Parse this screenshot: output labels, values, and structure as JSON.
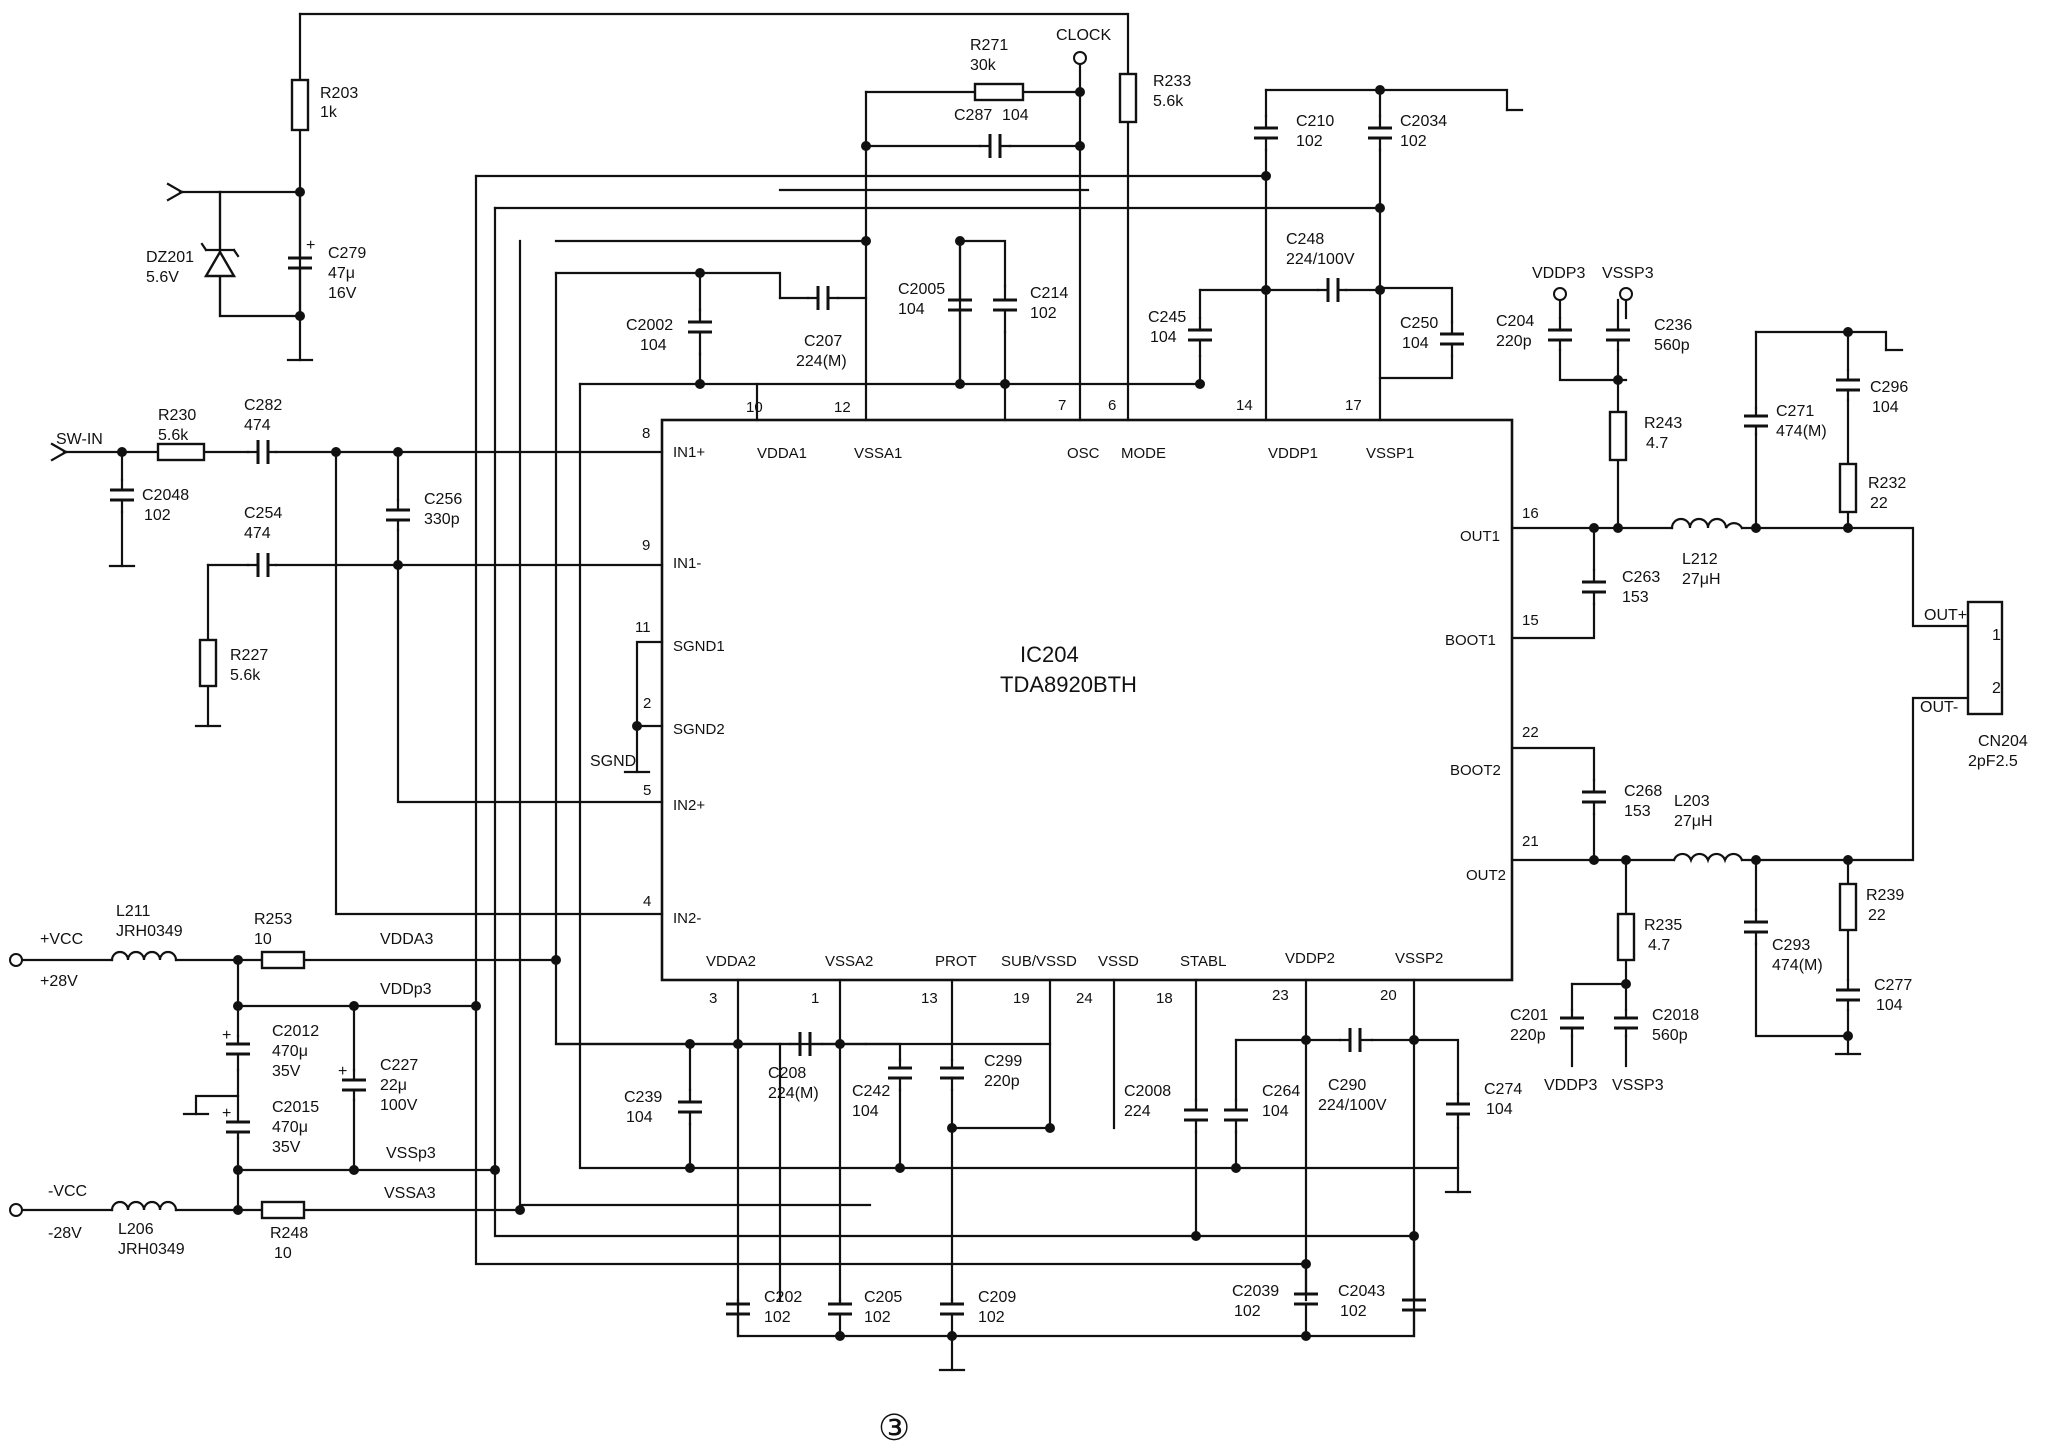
{
  "ic": {
    "ref": "IC204",
    "part": "TDA8920BTH",
    "pins": {
      "in1p": "IN1+",
      "in1m": "IN1-",
      "sgnd1": "SGND1",
      "sgnd2": "SGND2",
      "in2p": "IN2+",
      "in2m": "IN2-",
      "vdda1": "VDDA1",
      "vssa1": "VSSA1",
      "osc": "OSC",
      "mode": "MODE",
      "vddp1": "VDDP1",
      "vssp1": "VSSP1",
      "out1": "OUT1",
      "boot1": "BOOT1",
      "boot2": "BOOT2",
      "out2": "OUT2",
      "vdda2": "VDDA2",
      "vssa2": "VSSA2",
      "prot": "PROT",
      "subvssd": "SUB/VSSD",
      "vssd": "VSSD",
      "stabl": "STABL",
      "vddp2": "VDDP2",
      "vssp2": "VSSP2"
    },
    "pin_numbers": {
      "p8": "8",
      "p9": "9",
      "p11": "11",
      "p2": "2",
      "p5": "5",
      "p4": "4",
      "p10": "10",
      "p12": "12",
      "p7": "7",
      "p6": "6",
      "p14": "14",
      "p17": "17",
      "p16": "16",
      "p15": "15",
      "p22": "22",
      "p21": "21",
      "p3": "3",
      "p1": "1",
      "p13": "13",
      "p19": "19",
      "p24": "24",
      "p18": "18",
      "p23": "23",
      "p20": "20"
    }
  },
  "labels": {
    "r203": "R203",
    "r203v": "1k",
    "dz201": "DZ201",
    "dz201v": "5.6V",
    "c279": "C279",
    "c279v": "47μ",
    "c279v2": "16V",
    "r271": "R271",
    "r271v": "30k",
    "clock": "CLOCK",
    "r233": "R233",
    "r233v": "5.6k",
    "c287": "C287",
    "c287v": "104",
    "c210": "C210",
    "c210v": "102",
    "c2034": "C2034",
    "c2034v": "102",
    "c248": "C248",
    "c248v": "224/100V",
    "c245": "C245",
    "c245v": "104",
    "c250": "C250",
    "c250v": "104",
    "c2002": "C2002",
    "c2002v": "104",
    "c207": "C207",
    "c207v": "224(M)",
    "c2005": "C2005",
    "c2005v": "104",
    "c214": "C214",
    "c214v": "102",
    "swin": "SW-IN",
    "r230": "R230",
    "r230v": "5.6k",
    "c282": "C282",
    "c282v": "474",
    "c2048": "C2048",
    "c2048v": "102",
    "c254": "C254",
    "c254v": "474",
    "c256": "C256",
    "c256v": "330p",
    "r227": "R227",
    "r227v": "5.6k",
    "sgnd": "SGND",
    "vddp3a": "VDDP3",
    "vssp3a": "VSSP3",
    "c204": "C204",
    "c204v": "220p",
    "c236": "C236",
    "c236v": "560p",
    "r243": "R243",
    "r243v": "4.7",
    "c271": "C271",
    "c271v": "474(M)",
    "c296": "C296",
    "c296v": "104",
    "r232": "R232",
    "r232v": "22",
    "l212": "L212",
    "l212v": "27μH",
    "c263": "C263",
    "c263v": "153",
    "outp": "OUT+",
    "outm": "OUT-",
    "cn1": "1",
    "cn2": "2",
    "cn204": "CN204",
    "cn204v": "2pF2.5",
    "c268": "C268",
    "c268v": "153",
    "l203": "L203",
    "l203v": "27μH",
    "r235": "R235",
    "r235v": "4.7",
    "r239": "R239",
    "r239v": "22",
    "c293": "C293",
    "c293v": "474(M)",
    "c277": "C277",
    "c277v": "104",
    "c201": "C201",
    "c201v": "220p",
    "c2018": "C2018",
    "c2018v": "560p",
    "vddp3b": "VDDP3",
    "vssp3b": "VSSP3",
    "pvcc": "+VCC",
    "p28v": "+28V",
    "l211": "L211",
    "l211v": "JRH0349",
    "r253": "R253",
    "r253v": "10",
    "vdda3": "VDDA3",
    "vddp3": "VDDp3",
    "c2012": "C2012",
    "c2012v": "470μ",
    "c2012v2": "35V",
    "c227": "C227",
    "c227v": "22μ",
    "c227v2": "100V",
    "c2015": "C2015",
    "c2015v": "470μ",
    "c2015v2": "35V",
    "vssp3": "VSSp3",
    "mvcc": "-VCC",
    "m28v": "-28V",
    "l206": "L206",
    "l206v": "JRH0349",
    "r248": "R248",
    "r248v": "10",
    "vssa3": "VSSA3",
    "c239": "C239",
    "c239v": "104",
    "c208": "C208",
    "c208v": "224(M)",
    "c242": "C242",
    "c242v": "104",
    "c299": "C299",
    "c299v": "220p",
    "c2008": "C2008",
    "c2008v": "224",
    "c264": "C264",
    "c264v": "104",
    "c290": "C290",
    "c290v": "224/100V",
    "c274": "C274",
    "c274v": "104",
    "c202": "C202",
    "c202v": "102",
    "c205": "C205",
    "c205v": "102",
    "c209": "C209",
    "c209v": "102",
    "c2039": "C2039",
    "c2039v": "102",
    "c2043": "C2043",
    "c2043v": "102"
  },
  "footer": {
    "figure_number": "③"
  }
}
